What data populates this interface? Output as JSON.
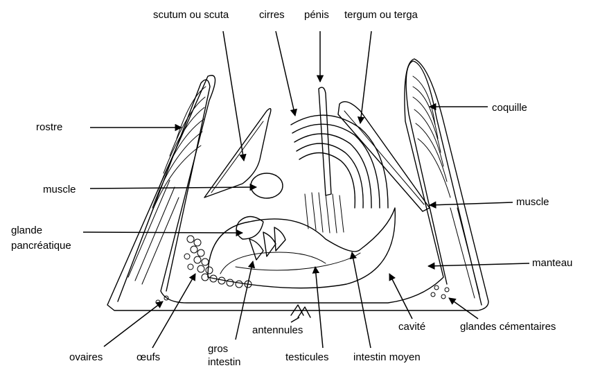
{
  "labels": {
    "scutum": "scutum ou scuta",
    "cirres": "cirres",
    "penis": "pénis",
    "tergum": "tergum ou terga",
    "rostre": "rostre",
    "coquille": "coquille",
    "muscle_left": "muscle",
    "muscle_right": "muscle",
    "glande_line1": "glande",
    "glande_line2": "pancréatique",
    "manteau": "manteau",
    "cavite": "cavité",
    "glandes_cementaires": "glandes cémentaires",
    "antennules": "antennules",
    "ovaires": "ovaires",
    "oeufs": "œufs",
    "gros_line1": "gros",
    "gros_line2": "intestin",
    "testicules": "testicules",
    "intestin_moyen": "intestin moyen"
  }
}
